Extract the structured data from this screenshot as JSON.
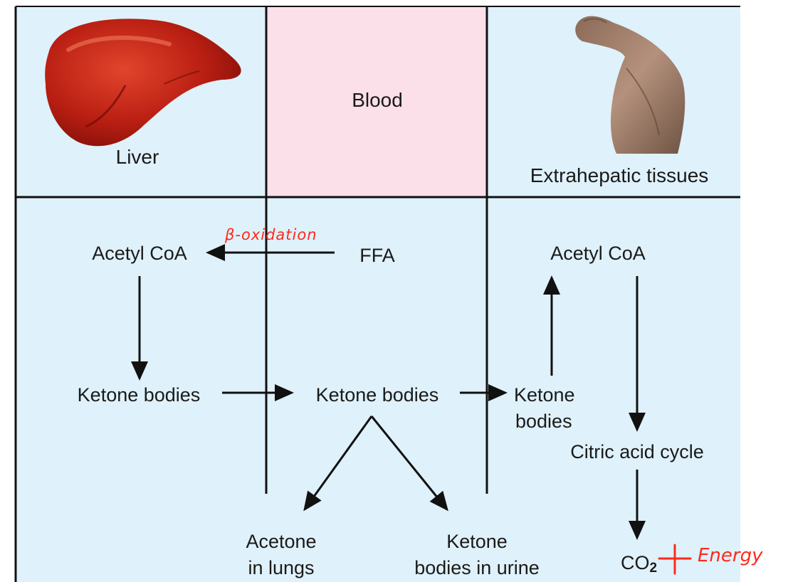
{
  "headers": {
    "liver": "Liver",
    "blood": "Blood",
    "extrahepatic": "Extrahepatic tissues"
  },
  "nodes": {
    "acetyl_coa_liver": "Acetyl CoA",
    "ffa": "FFA",
    "acetyl_coa_tissue": "Acetyl CoA",
    "ketone_liver": "Ketone bodies",
    "ketone_blood": "Ketone bodies",
    "ketone_tissue_1": "Ketone",
    "ketone_tissue_2": "bodies",
    "citric_acid_cycle": "Citric acid cycle",
    "acetone_1": "Acetone",
    "acetone_2": "in lungs",
    "ketone_urine_1": "Ketone",
    "ketone_urine_2": "bodies in urine",
    "co2": "CO",
    "co2_sub": "2"
  },
  "annotations": {
    "beta_oxidation": "β-oxidation",
    "plus": "+",
    "energy": "Energy"
  },
  "colors": {
    "panel_blue": "#dff1fa",
    "panel_pink": "#fbe0ea",
    "grid_line": "#111111",
    "handwriting": "#ff2a1a"
  },
  "icons": {
    "liver": "liver-organ-icon",
    "arm": "flexed-arm-icon"
  }
}
